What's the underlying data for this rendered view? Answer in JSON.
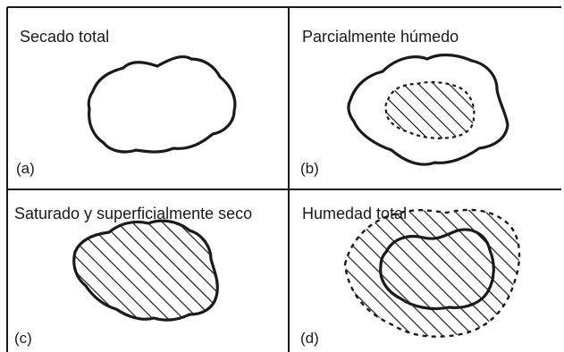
{
  "panels": [
    {
      "title": "Secado total",
      "tag": "(a)"
    },
    {
      "title": "Parcialmente húmedo",
      "tag": "(b)"
    },
    {
      "title": "Saturado y superficialmente seco",
      "tag": "(c)"
    },
    {
      "title": "Humedad total",
      "tag": "(d)"
    }
  ],
  "colors": {
    "ink": "#1a1a1a",
    "background": "#ffffff"
  }
}
